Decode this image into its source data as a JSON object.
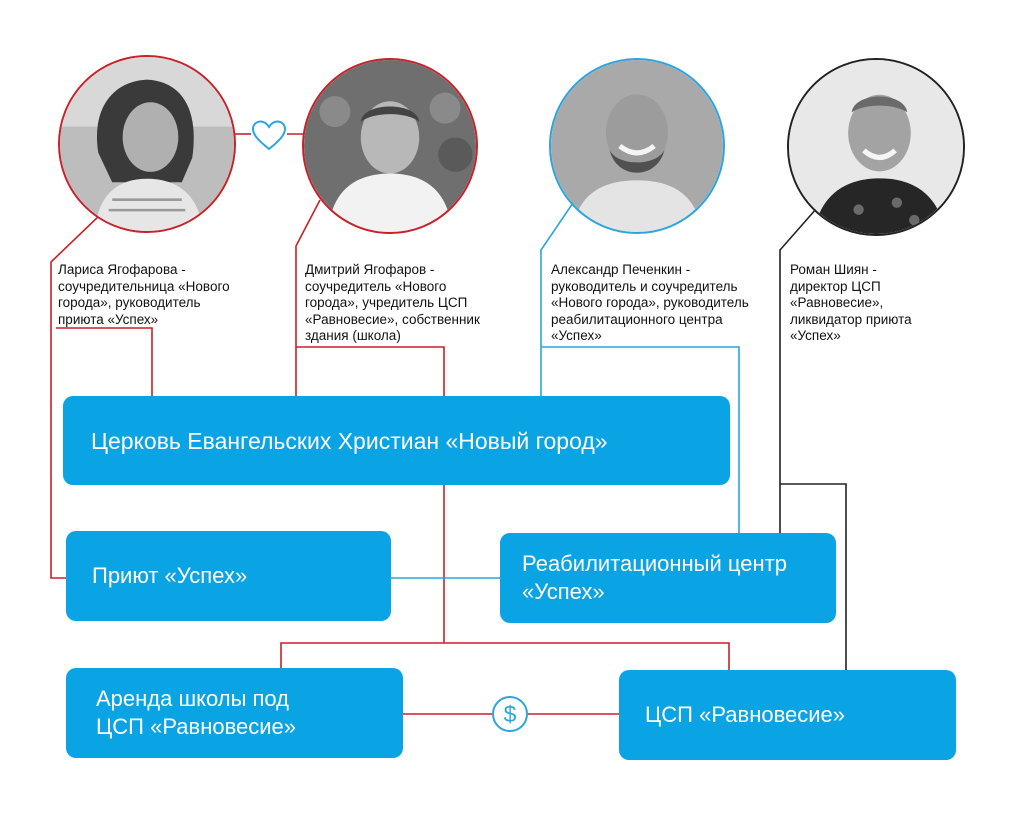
{
  "people": [
    {
      "caption": [
        "Лариса Ягофарова -",
        "соучредительница «Нового",
        "города», руководитель",
        "приюта «Успех»"
      ],
      "ring_color": "#c8212a"
    },
    {
      "caption": [
        "Дмитрий Ягофаров -",
        "соучредитель «Нового",
        "города», учредитель ЦСП",
        "«Равновесие», собственник",
        "здания (школа)"
      ],
      "ring_color": "#c8212a"
    },
    {
      "caption": [
        "Александр Печенкин -",
        "руководитель и соучредитель",
        "«Нового города», руководитель",
        "реабилитационного центра",
        "«Успех»"
      ],
      "ring_color": "#2aa6df"
    },
    {
      "caption": [
        "Роман Шиян -",
        "директор ЦСП",
        "«Равновесие»,",
        "ликвидатор приюта",
        "«Успех»"
      ],
      "ring_color": "#222222"
    }
  ],
  "organizations": {
    "church": [
      "Церковь Евангельских Христиан «Новый город»"
    ],
    "shelter": [
      "Приют «Успех»"
    ],
    "rehab": [
      "Реабилитационный центр",
      "«Успех»"
    ],
    "rent": [
      "Аренда школы под",
      "ЦСП «Равновесие»"
    ],
    "csp": [
      "ЦСП «Равновесие»"
    ]
  },
  "icons": {
    "marriage_link": "heart-icon",
    "money_link": "dollar-icon",
    "dollar_symbol": "$"
  },
  "colors": {
    "box": "#0aa3e3",
    "red_link": "#c8212a",
    "blue_link": "#2aa6df",
    "black_link": "#222222"
  }
}
